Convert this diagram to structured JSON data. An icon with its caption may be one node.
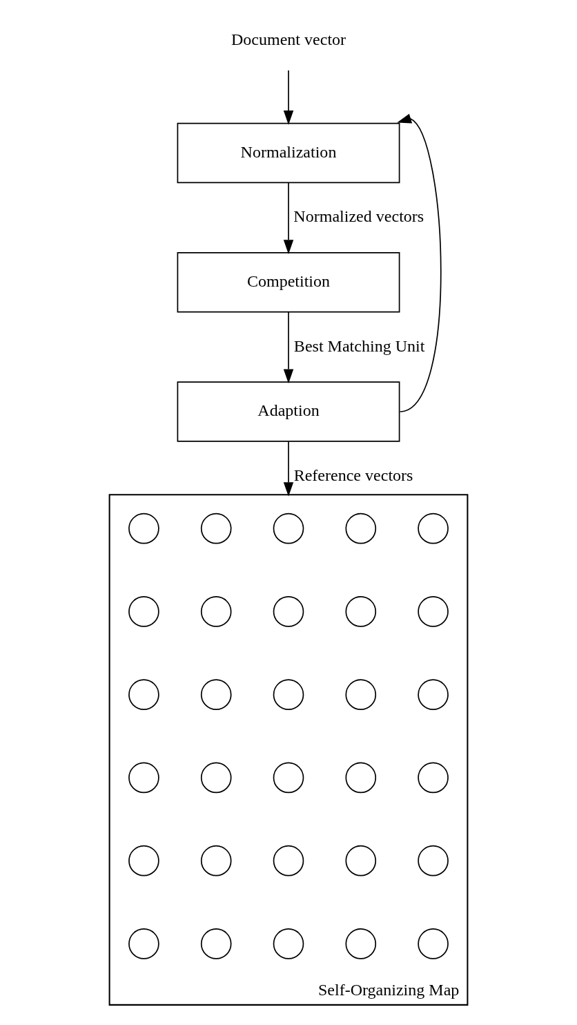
{
  "diagram": {
    "nodes": [
      {
        "text": [
          "Document vector"
        ]
      },
      {
        "text": [
          "Normalization"
        ]
      },
      {
        "text": [
          "Competition"
        ]
      },
      {
        "text": [
          "Adaption"
        ]
      },
      {
        "text": [],
        "shape": "parallelogram",
        "beside": [
          "Self-Organizing Map"
        ]
      },
      {
        "text": [],
        "shape": "circle",
        "in": 4
      },
      {
        "text": [],
        "shape": "circle",
        "in": 4
      },
      {
        "text": [],
        "shape": "circle",
        "in": 4
      },
      {
        "text": [],
        "shape": "circle",
        "in": 4
      },
      {
        "text": [],
        "shape": "circle",
        "in": 4
      },
      {
        "text": [],
        "shape": "circle",
        "in": 4
      },
      {
        "text": [],
        "shape": "circle",
        "in": 4
      },
      {
        "text": [],
        "shape": "circle",
        "in": 4
      },
      {
        "text": [],
        "shape": "circle",
        "in": 4
      },
      {
        "text": [],
        "shape": "circle",
        "in": 4
      },
      {
        "text": [],
        "shape": "circle",
        "in": 4
      },
      {
        "text": [],
        "shape": "circle",
        "in": 4
      },
      {
        "text": [],
        "shape": "circle",
        "in": 4
      },
      {
        "text": [],
        "shape": "circle",
        "in": 4
      },
      {
        "text": [],
        "shape": "circle",
        "in": 4
      },
      {
        "text": [],
        "shape": "circle",
        "in": 4
      },
      {
        "text": [],
        "shape": "circle",
        "in": 4
      },
      {
        "text": [],
        "shape": "circle",
        "in": 4
      },
      {
        "text": [],
        "shape": "circle",
        "in": 4
      },
      {
        "text": [],
        "shape": "circle",
        "in": 4
      },
      {
        "text": [],
        "shape": "circle",
        "in": 4
      },
      {
        "text": [],
        "shape": "circle",
        "in": 4
      },
      {
        "text": [],
        "shape": "circle",
        "in": 4
      },
      {
        "text": [],
        "shape": "circle",
        "in": 4
      },
      {
        "text": [],
        "shape": "circle",
        "in": 4
      },
      {
        "text": [],
        "shape": "circle",
        "in": 4
      },
      {
        "text": [],
        "shape": "circle",
        "in": 4
      },
      {
        "text": [],
        "shape": "circle",
        "in": 4
      },
      {
        "text": [],
        "shape": "circle",
        "in": 4
      },
      {
        "text": [],
        "shape": "circle",
        "in": 4
      }
    ],
    "edges": [
      {
        "from": 0,
        "to": 1,
        "arrow": "to"
      },
      {
        "from": 1,
        "to": 2,
        "arrow": "to",
        "label": "Normalized vectors"
      },
      {
        "from": 2,
        "to": 3,
        "arrow": "to",
        "label": "Best Matching Unit"
      },
      {
        "from": 3,
        "to": 4,
        "arrow": "to",
        "label": "Reference vectors"
      },
      {
        "from": 3,
        "to": 1,
        "arrow": "to"
      }
    ]
  }
}
